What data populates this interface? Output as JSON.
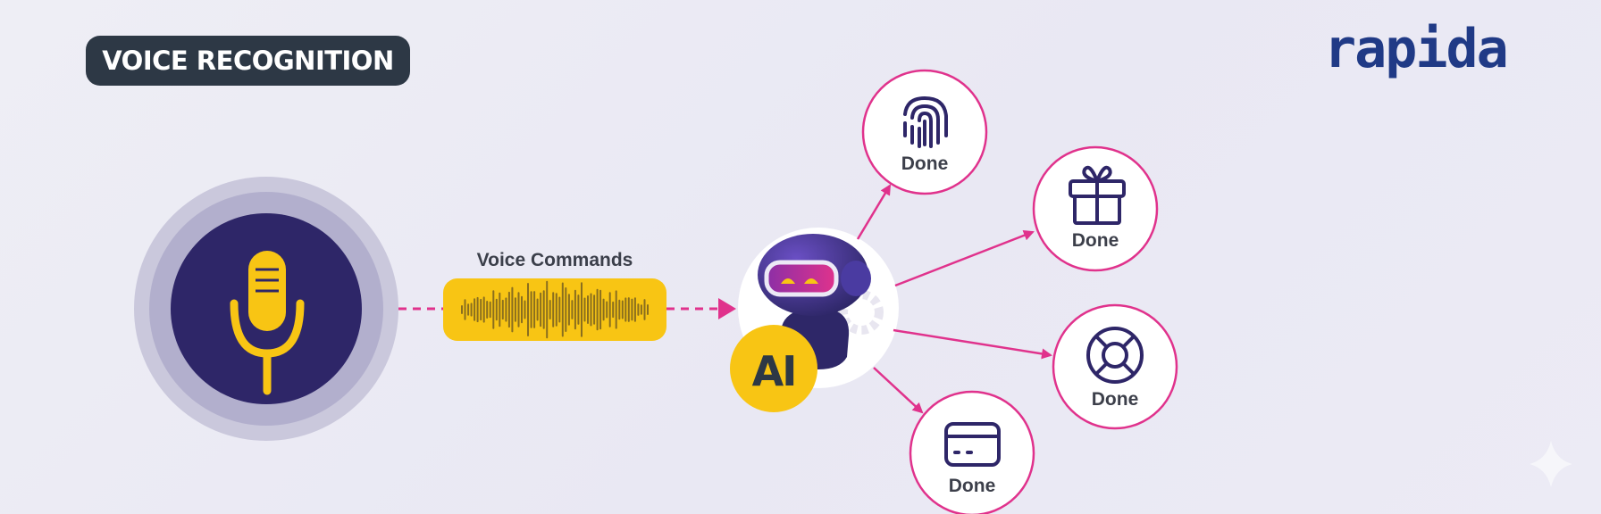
{
  "header": {
    "badge_label": "VOICE RECOGNITION"
  },
  "brand": {
    "logo_text": "rapida"
  },
  "flow": {
    "voice_label": "Voice Commands",
    "ai_label": "AI",
    "outcomes": [
      {
        "icon": "fingerprint-icon",
        "label": "Done"
      },
      {
        "icon": "gift-icon",
        "label": "Done"
      },
      {
        "icon": "lifebuoy-icon",
        "label": "Done"
      },
      {
        "icon": "card-icon",
        "label": "Done"
      }
    ]
  },
  "colors": {
    "accent_pink": "#e0328c",
    "mic_navy": "#2e2668",
    "mic_yellow": "#f8c514",
    "badge_dark": "#2d3845",
    "brand_blue": "#203a86"
  }
}
